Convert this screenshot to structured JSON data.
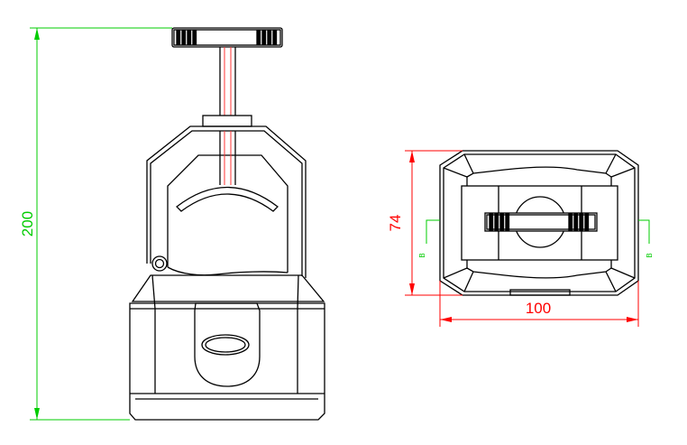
{
  "dimensions": {
    "height": "200",
    "depth": "74",
    "width": "100",
    "section_left": "B",
    "section_right": "B"
  },
  "colors": {
    "outline": "#000000",
    "dimension_green": "#00cc00",
    "dimension_red": "#ff0000",
    "rod_accent": "#ff3333",
    "background": "#ffffff"
  }
}
